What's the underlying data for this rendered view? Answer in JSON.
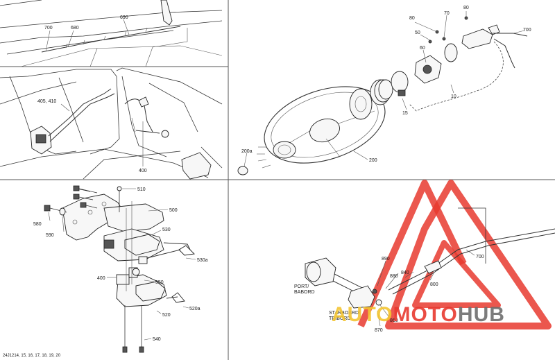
{
  "panels": {
    "top_left": {
      "callouts": [
        "700",
        "680",
        "690"
      ]
    },
    "mid_left": {
      "callouts": [
        "405, 410",
        "400"
      ]
    },
    "top_right": {
      "callouts": [
        "80",
        "70",
        "80",
        "50",
        "60",
        "700",
        "10",
        "15",
        "200a",
        "200"
      ]
    },
    "bottom_left": {
      "callouts": [
        "510",
        "500",
        "580",
        "590",
        "530",
        "530a",
        "400",
        "550",
        "520a",
        "520",
        "540"
      ],
      "footer": "24J1214, 15, 16, 17, 18, 19, 20"
    },
    "bottom_right": {
      "callouts": [
        "700",
        "890",
        "840",
        "880",
        "800",
        "860",
        "870"
      ],
      "port_label": "PORT/\nBABORD",
      "starboard_label": "STARBOARD/\nTRIBORD"
    }
  },
  "watermark": {
    "part1": "AUTO",
    "part2": "MOTO",
    "part3": "HUB",
    "accent_color": "#e8392f",
    "yellow_color": "#f3c532",
    "gray_color": "#6e6e6e"
  },
  "colors": {
    "line": "#333333",
    "border": "#555555",
    "background": "#ffffff"
  }
}
